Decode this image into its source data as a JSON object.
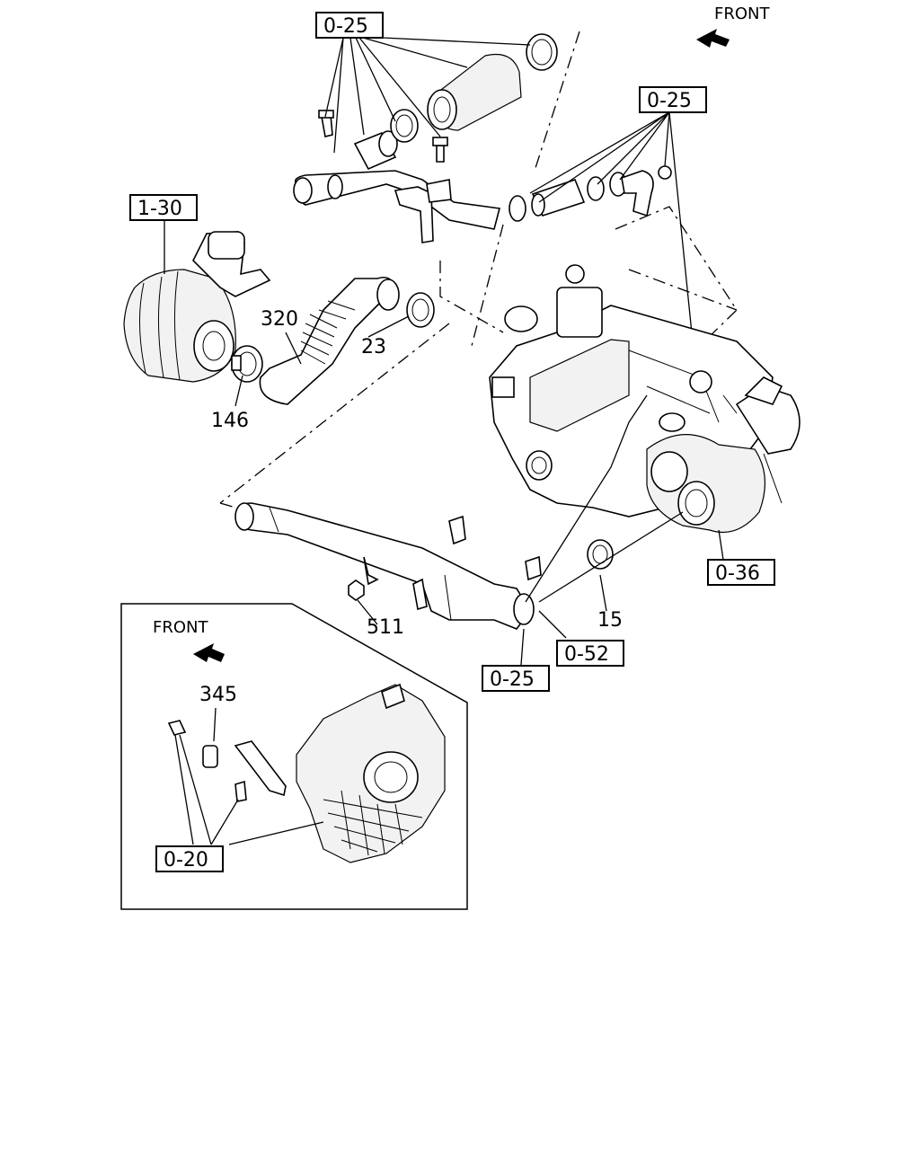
{
  "front_labels": [
    "FRONT",
    "FRONT"
  ],
  "ref_boxes": [
    "0-25",
    "0-25",
    "1-30",
    "0-36",
    "0-52",
    "0-25",
    "0-20"
  ],
  "part_numbers": [
    "320",
    "23",
    "146",
    "511",
    "15",
    "345"
  ]
}
